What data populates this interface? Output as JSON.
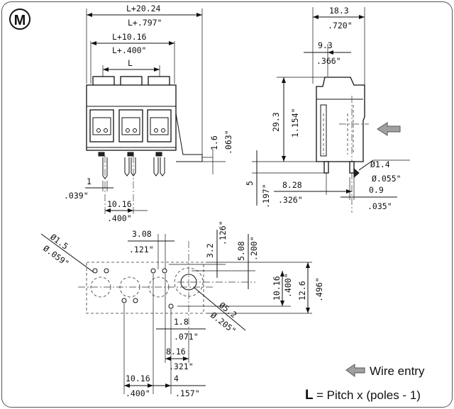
{
  "badge": "M",
  "front_view": {
    "dims": {
      "l_plus_mm": "L+20.24",
      "l_plus_in": "L+.797\"",
      "l_plus_10_mm": "L+10.16",
      "l_plus_10_in": "L+.400\"",
      "l": "L",
      "h_mm": "1.6",
      "h_in": ".063\"",
      "pin_mm": "1",
      "pin_in": ".039\"",
      "pitch_mm": "10.16",
      "pitch_in": ".400\""
    }
  },
  "side_view": {
    "dims": {
      "w_mm": "18.3",
      "w_in": ".720\"",
      "top_mm": "9.3",
      "top_in": ".366\"",
      "h_mm": "29.3",
      "h_in": "1.154\"",
      "pin_len_mm": "5",
      "pin_len_in": ".197\"",
      "off_mm": "8.28",
      "off_in": ".326\"",
      "dia_mm": "Ø1.4",
      "dia_in": "Ø.055\"",
      "pin_w_mm": "0.9",
      "pin_w_in": ".035\""
    }
  },
  "pcb_view": {
    "dims": {
      "hole_dia_mm": "Ø1.5",
      "hole_dia_in": "Ø.059\"",
      "a_mm": "3.08",
      "a_in": ".121\"",
      "b_mm": "3.2",
      "b_in": ".126\"",
      "c_mm": "5.08",
      "c_in": ".200\"",
      "d_mm": "10.16",
      "d_in": ".400\"",
      "e_mm": "12.6",
      "e_in": ".496\"",
      "big_dia_mm": "Ø5.2",
      "big_dia_in": "Ø.205\"",
      "f_mm": "1.8",
      "f_in": ".071\"",
      "g_mm": "8.16",
      "g_in": ".321\"",
      "h_mm": "10.16",
      "h_in": ".400\"",
      "i_mm": "4",
      "i_in": ".157\""
    }
  },
  "legend": {
    "wire_entry": "Wire entry",
    "l_symbol": "L",
    "l_formula": "= Pitch x (poles - 1)"
  },
  "colors": {
    "arrow_fill": "#a0a0a0",
    "line": "#111111"
  }
}
